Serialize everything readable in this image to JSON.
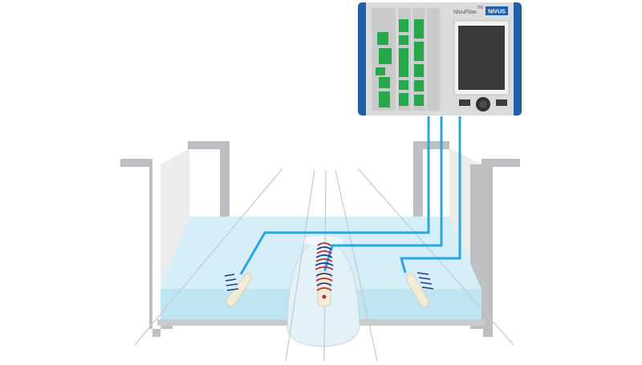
{
  "device": {
    "model_label": "NivuFlow",
    "model_number": "750",
    "brand_label": "NIVUS"
  },
  "colors": {
    "device_body": "#d9dbdd",
    "device_side": "#1f5fa8",
    "module_green": "#27a84a",
    "screen": "#3a3b3d",
    "cable": "#2aa6df",
    "water": "#bfe4f2",
    "channel_wall": "#b9bcbf",
    "sensor": "#f2ecd5",
    "signal_red": "#c0283c",
    "signal_blue": "#1d3e8a"
  }
}
